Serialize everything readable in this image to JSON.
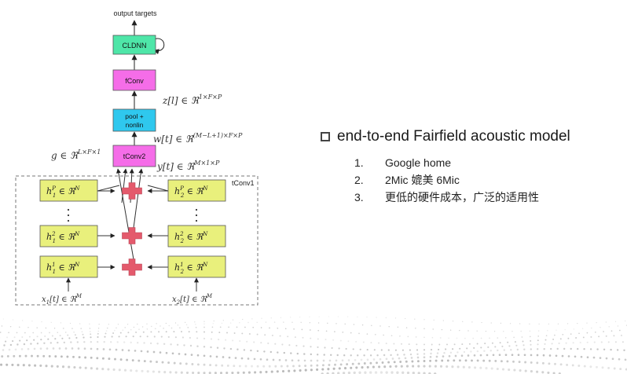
{
  "diagram": {
    "output_label": "output targets",
    "boxes": {
      "cldnn": "CLDNN",
      "fconv": "fConv",
      "pool_line1": "pool +",
      "pool_line2": "nonlin",
      "tconv2": "tConv2",
      "tconv1": "tConv1"
    },
    "math": {
      "z": "z[l] ∈ ℜ",
      "z_sup": "1×F×P",
      "w": "w[t] ∈ ℜ",
      "w_sup": "(M−L+1)×F×P",
      "g": "g ∈ ℜ",
      "g_sup": "L×F×1",
      "y": "y[t] ∈ ℜ",
      "y_sup": "M×1×P",
      "filters_left": [
        {
          "base": "h",
          "sup": "P",
          "sub": "1",
          "rest": " ∈ ℜ",
          "rest_sup": "N"
        },
        {
          "base": "h",
          "sup": "2",
          "sub": "1",
          "rest": " ∈ ℜ",
          "rest_sup": "N"
        },
        {
          "base": "h",
          "sup": "1",
          "sub": "1",
          "rest": " ∈ ℜ",
          "rest_sup": "N"
        }
      ],
      "filters_right": [
        {
          "base": "h",
          "sup": "P",
          "sub": "2",
          "rest": " ∈ ℜ",
          "rest_sup": "N"
        },
        {
          "base": "h",
          "sup": "2",
          "sub": "2",
          "rest": " ∈ ℜ",
          "rest_sup": "N"
        },
        {
          "base": "h",
          "sup": "1",
          "sub": "2",
          "rest": " ∈ ℜ",
          "rest_sup": "N"
        }
      ],
      "x1": "x",
      "x1_sub": "1",
      "x1_rest": "[t] ∈ ℜ",
      "x1_sup": "M",
      "x2": "x",
      "x2_sub": "2",
      "x2_rest": "[t] ∈ ℜ",
      "x2_sup": "M",
      "dots": "·"
    }
  },
  "bullets": {
    "title": "end-to-end Fairfield acoustic model",
    "items": [
      {
        "num": "1.",
        "text": "Google home"
      },
      {
        "num": "2.",
        "text": "2Mic 媲美 6Mic"
      },
      {
        "num": "3.",
        "text": "更低的硬件成本，广泛的适用性"
      }
    ]
  },
  "colors": {
    "cldnn": "#4ee6a8",
    "fconv": "#f56de8",
    "pool": "#2fc8ee",
    "tconv2": "#f56de8",
    "filter_box": "#e9f07c",
    "plus": "#e45a6c"
  }
}
